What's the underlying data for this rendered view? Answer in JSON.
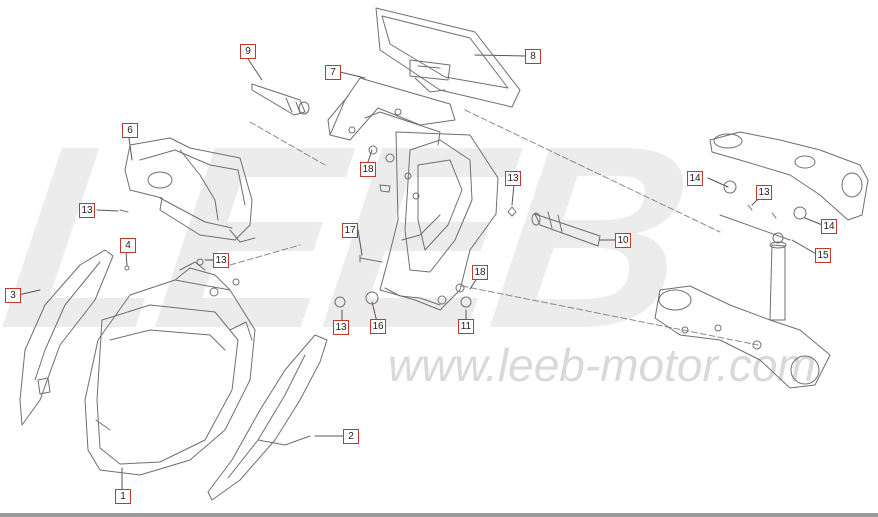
{
  "watermark": {
    "logo": "LEEB",
    "url": "www.leeb-motor.com"
  },
  "colors": {
    "callout_border": "#c0392b",
    "line_art": "#6f6f6f",
    "watermark": "#ececec"
  },
  "callouts": [
    {
      "id": "c9",
      "label": "9"
    },
    {
      "id": "c8",
      "label": "8"
    },
    {
      "id": "c7",
      "label": "7"
    },
    {
      "id": "c6",
      "label": "6"
    },
    {
      "id": "c18a",
      "label": "18"
    },
    {
      "id": "c13a",
      "label": "13"
    },
    {
      "id": "c13b",
      "label": "13"
    },
    {
      "id": "c14a",
      "label": "14"
    },
    {
      "id": "c13c",
      "label": "13"
    },
    {
      "id": "c14b",
      "label": "14"
    },
    {
      "id": "c17",
      "label": "17"
    },
    {
      "id": "c10",
      "label": "10"
    },
    {
      "id": "c4",
      "label": "4"
    },
    {
      "id": "c13d",
      "label": "13"
    },
    {
      "id": "c15",
      "label": "15"
    },
    {
      "id": "c18b",
      "label": "18"
    },
    {
      "id": "c3",
      "label": "3"
    },
    {
      "id": "c13e",
      "label": "13"
    },
    {
      "id": "c16",
      "label": "16"
    },
    {
      "id": "c11",
      "label": "11"
    },
    {
      "id": "c2",
      "label": "2"
    },
    {
      "id": "c1",
      "label": "1"
    }
  ]
}
